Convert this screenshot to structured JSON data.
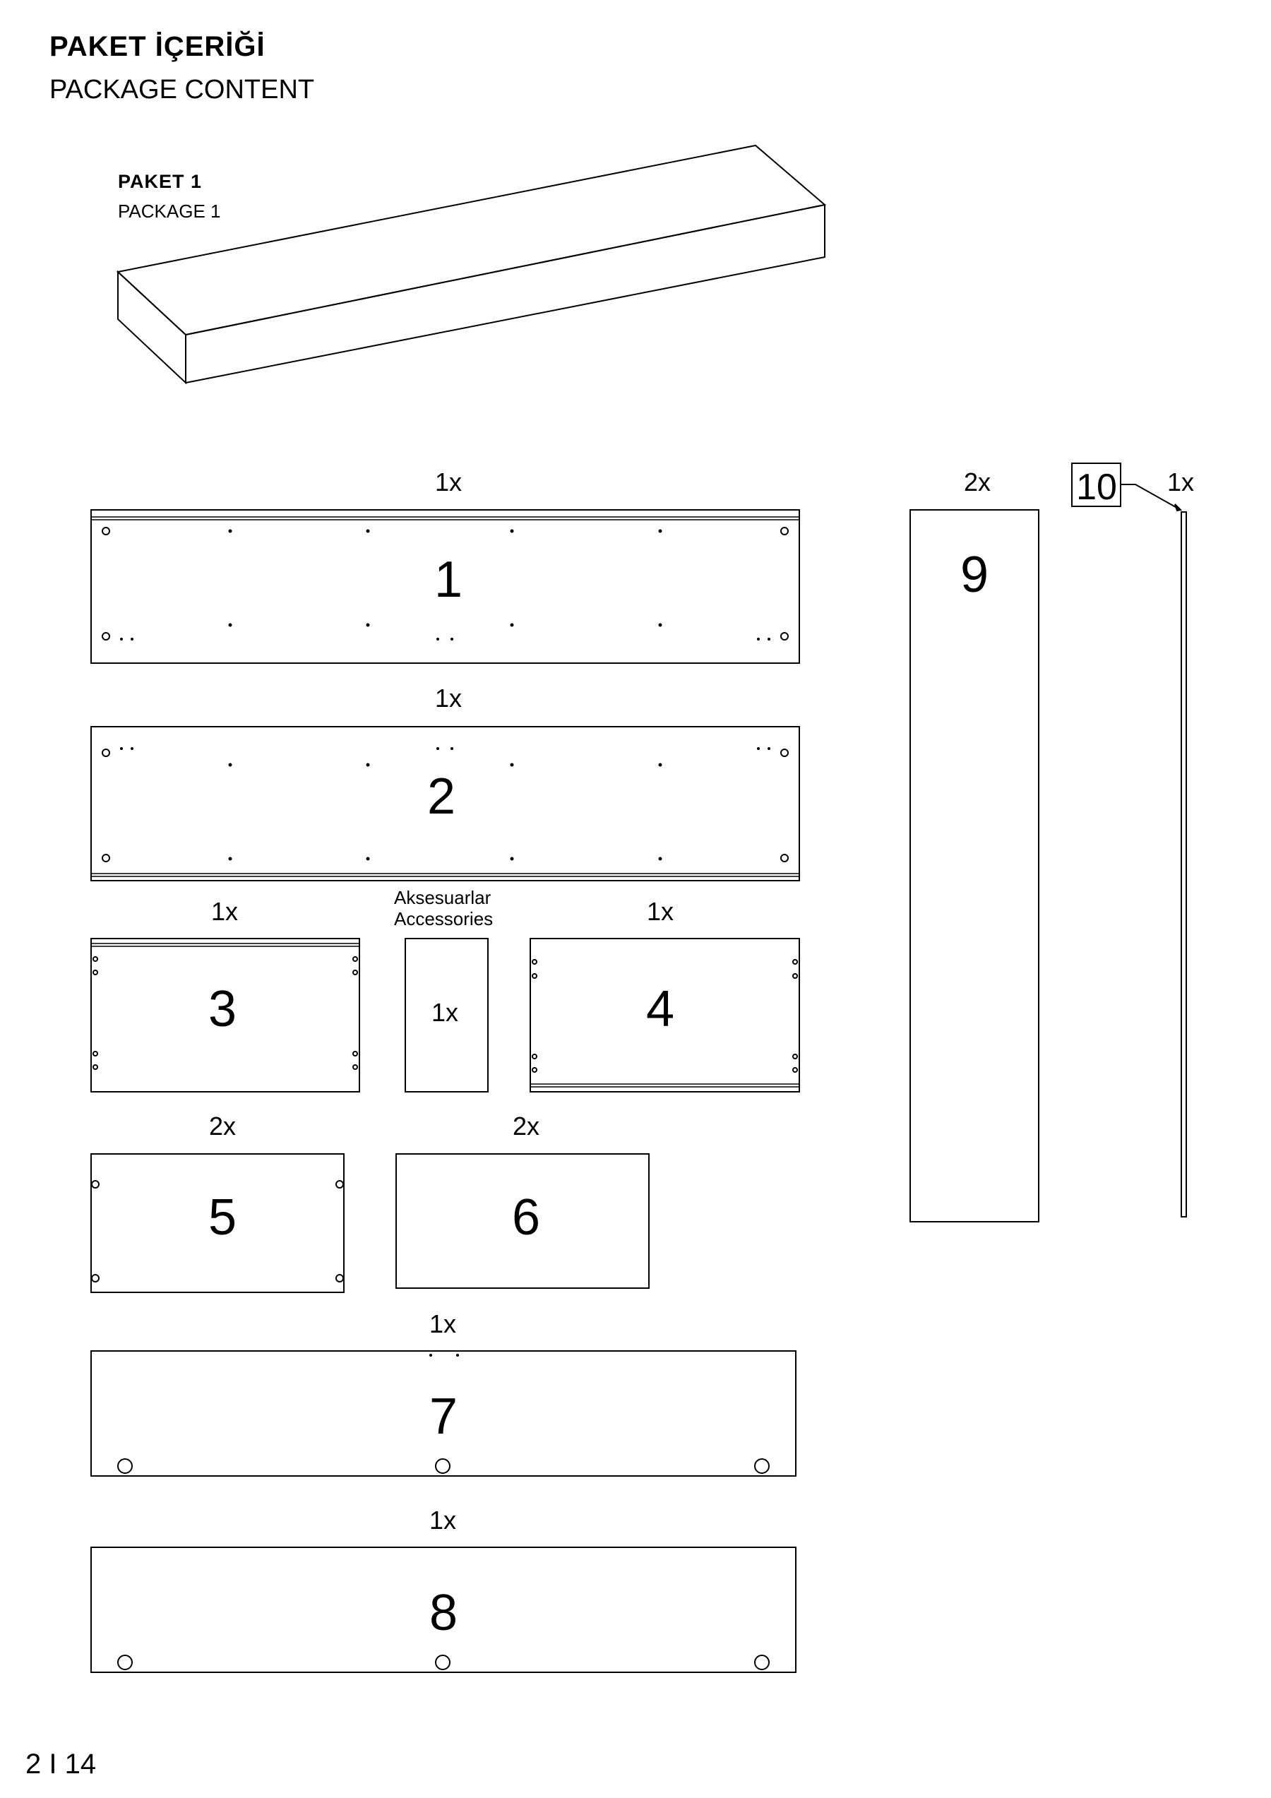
{
  "header": {
    "title_tr": "PAKET İÇERİĞİ",
    "title_en": "PACKAGE CONTENT"
  },
  "package": {
    "label_tr": "PAKET 1",
    "label_en": "PACKAGE 1"
  },
  "accessories": {
    "label_tr": "Aksesuarlar",
    "label_en": "Accessories",
    "qty": "1x"
  },
  "parts": [
    {
      "id": "1",
      "qty": "1x"
    },
    {
      "id": "2",
      "qty": "1x"
    },
    {
      "id": "3",
      "qty": "1x"
    },
    {
      "id": "4",
      "qty": "1x"
    },
    {
      "id": "5",
      "qty": "2x"
    },
    {
      "id": "6",
      "qty": "2x"
    },
    {
      "id": "7",
      "qty": "1x"
    },
    {
      "id": "8",
      "qty": "1x"
    },
    {
      "id": "9",
      "qty": "2x"
    },
    {
      "id": "10",
      "qty": "1x"
    }
  ],
  "footer": {
    "page": "2 I 14"
  }
}
